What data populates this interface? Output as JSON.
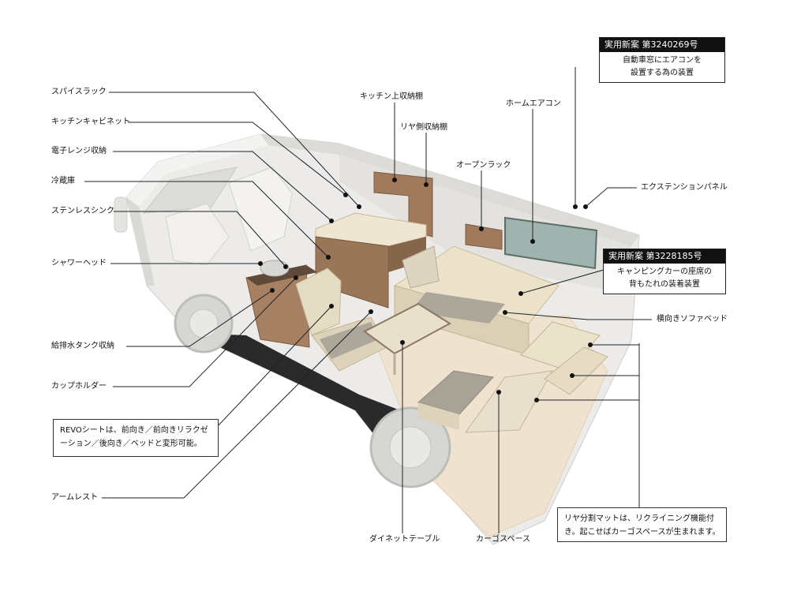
{
  "labels": {
    "spice_rack": "スパイスラック",
    "kitchen_cabinet": "キッチンキャビネット",
    "microwave_storage": "電子レンジ収納",
    "refrigerator": "冷蔵庫",
    "stainless_sink": "ステンレスシンク",
    "shower_head": "シャワーヘッド",
    "water_tank_storage": "給排水タンク収納",
    "cup_holder": "カップホルダー",
    "armrest": "アームレスト",
    "kitchen_upper_storage": "キッチン上収納棚",
    "rear_storage": "リヤ側収納棚",
    "open_rack": "オープンラック",
    "home_aircon": "ホームエアコン",
    "extension_panel": "エクステンションパネル",
    "side_sofa_bed": "横向きソファベッド",
    "dinette_table": "ダイネットテーブル",
    "cargo_space": "カーゴスペース"
  },
  "patent1": {
    "header": "実用新案 第3240269号",
    "line1": "自動車窓にエアコンを",
    "line2": "設置する為の装置"
  },
  "patent2": {
    "header": "実用新案 第3228185号",
    "line1": "キャンピングカーの座席の",
    "line2": "背もたれの装着装置"
  },
  "revo_note": {
    "line1": "REVOシートは、前向き／前向きリラクゼ",
    "line2": "ーション／後向き／ベッドと変形可能。"
  },
  "rear_mat_note": {
    "line1": "リヤ分割マットは、リクライニング機能付",
    "line2": "き。起こせばカーゴスペースが生まれます。"
  },
  "colors": {
    "body_white": "#e9e9e7",
    "wood": "#9a7658",
    "cushion": "#e6dcc4",
    "seat_gray": "#aaa49a",
    "floor": "#eadbc4"
  }
}
